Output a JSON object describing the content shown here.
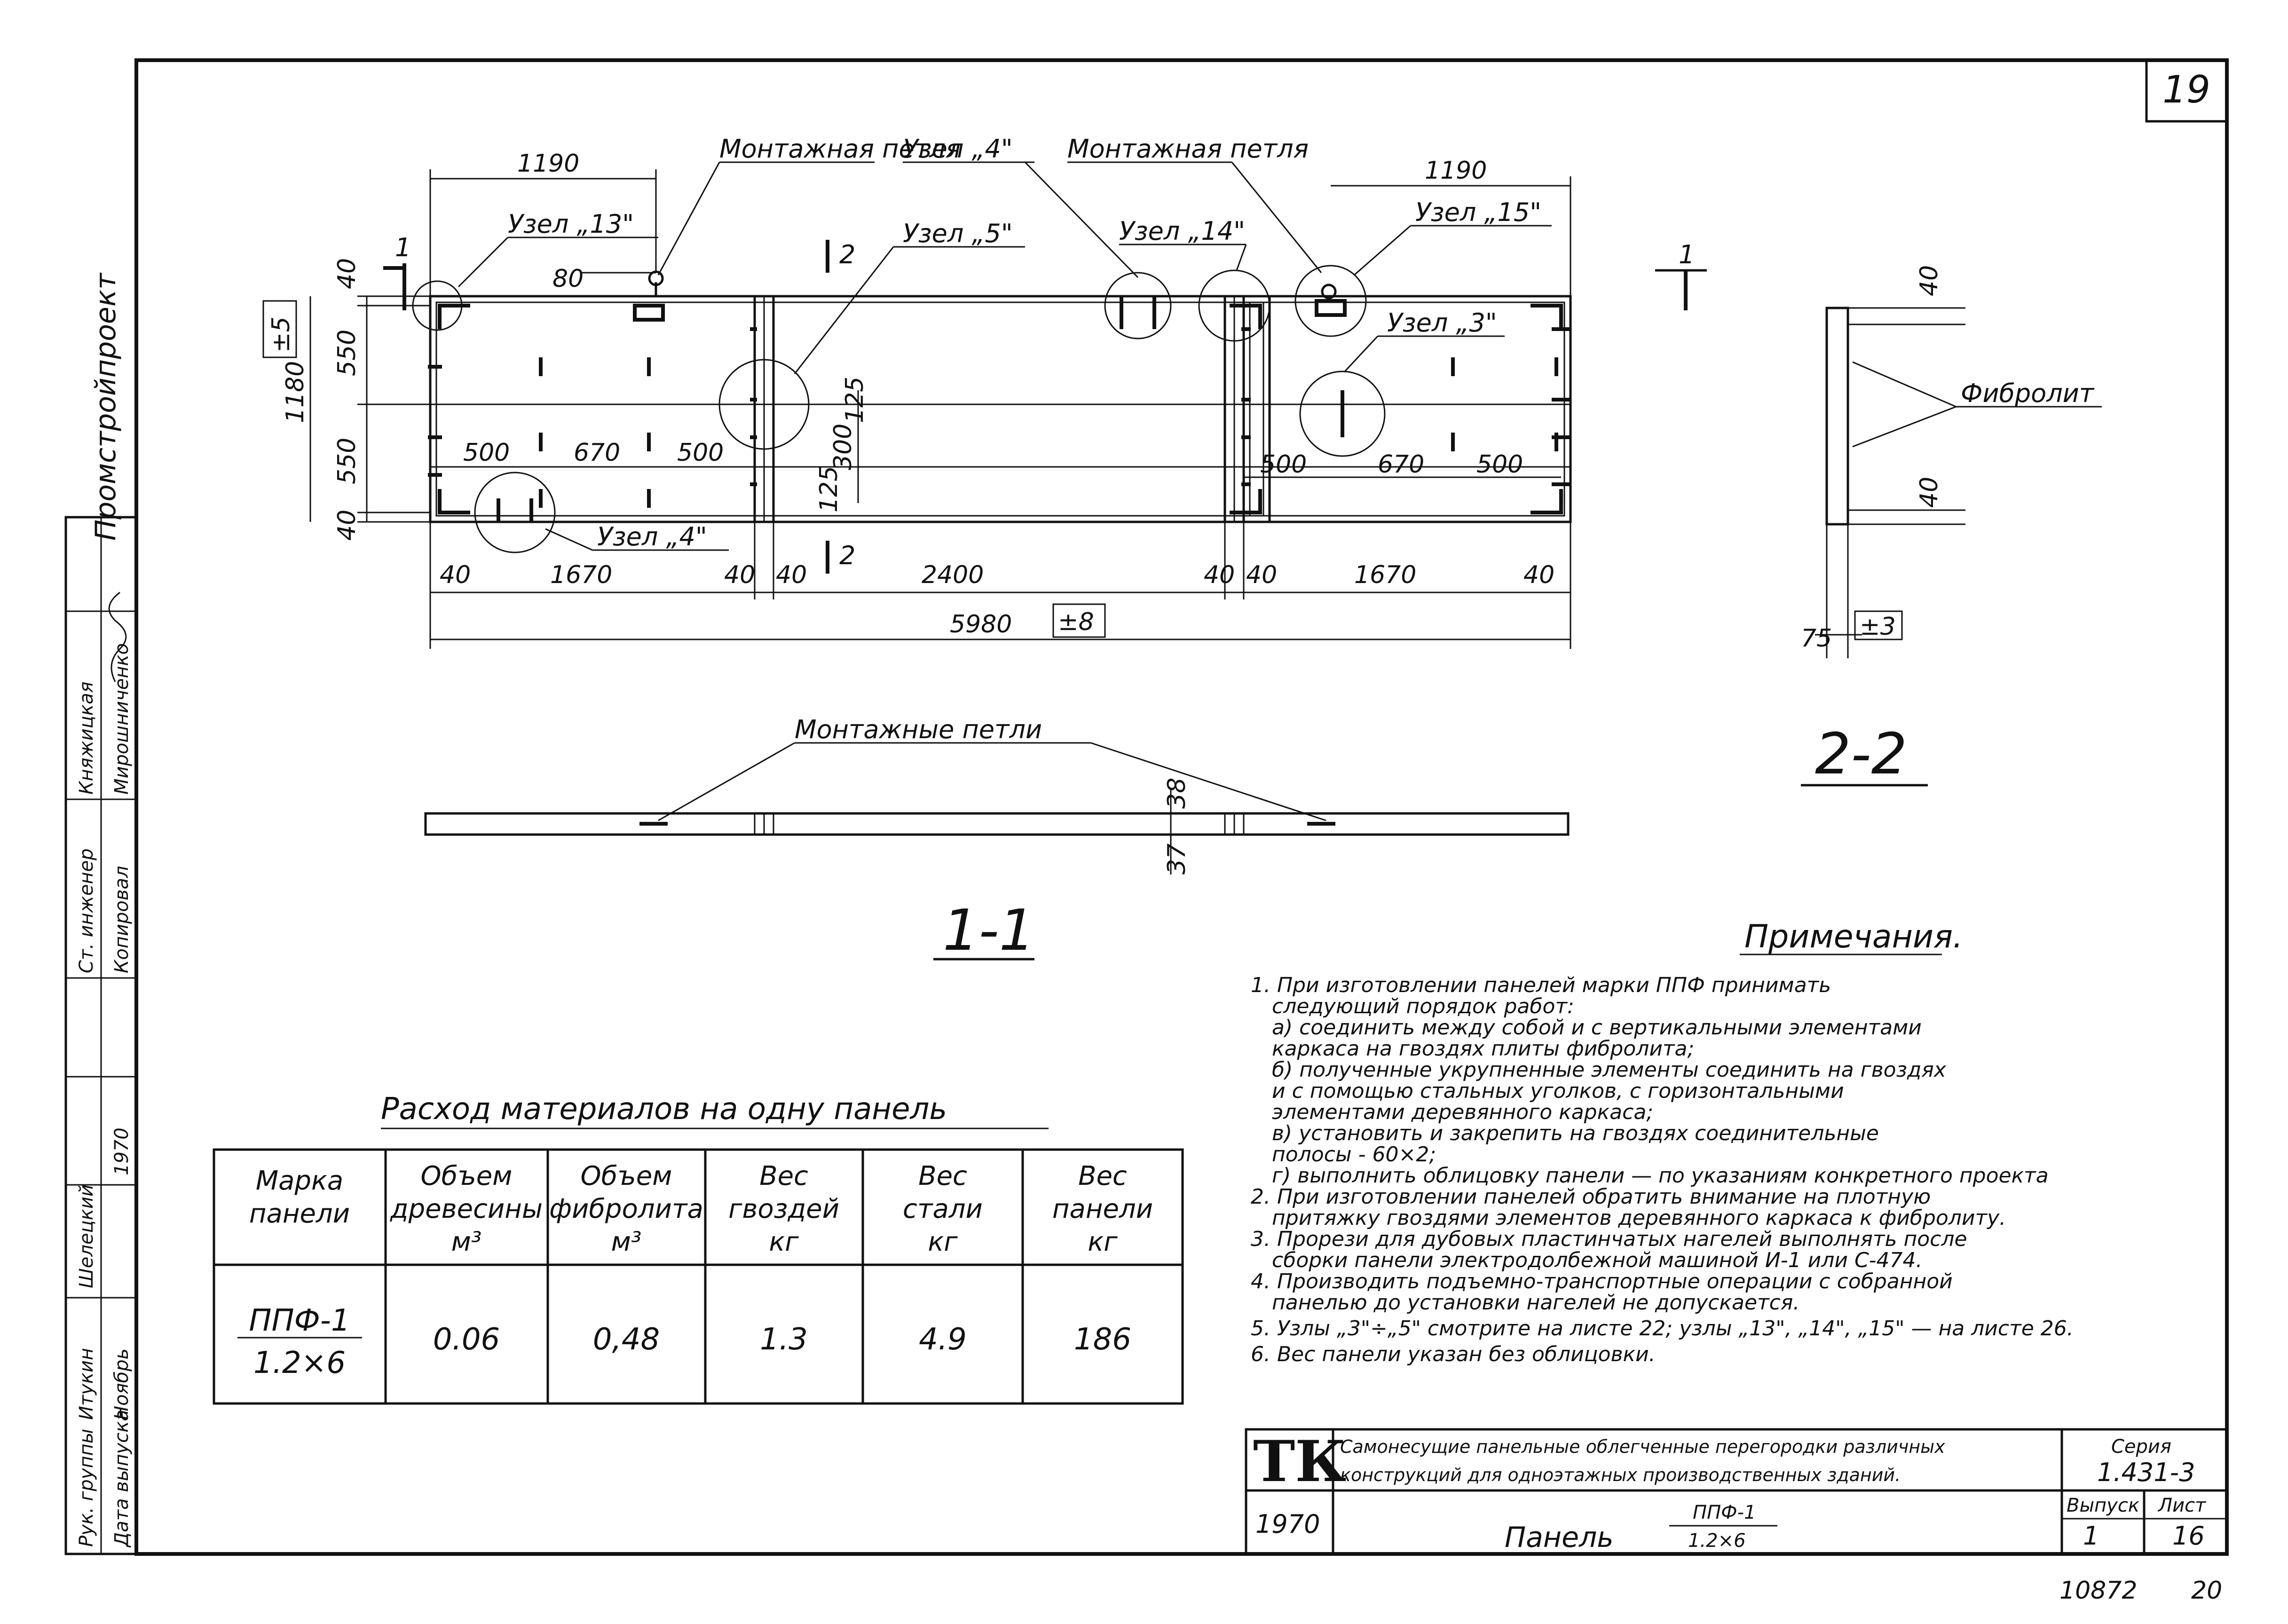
{
  "sheet": {
    "number": "19",
    "archive": "10872",
    "page": "20"
  },
  "organization": "Промстройпроект",
  "stamp": {
    "rows": [
      {
        "role": "Рук. группы",
        "name": "Итукин",
        "sign": ""
      },
      {
        "role": "Дата выпуска",
        "name": "Ноябрь",
        "sign": "1970"
      },
      {
        "role": "Ст. инженер",
        "name": "Княжицкая",
        "sign": ""
      },
      {
        "role": "Копировал",
        "name": "Мирошниченко",
        "sign": ""
      }
    ],
    "extra_name": "Шелецкий"
  },
  "plan": {
    "labels": {
      "loop1": "Монтажная петля",
      "loop2": "Монтажная петля",
      "node13": "Узел „13\"",
      "node4_top": "Узел „4\"",
      "node5": "Узел „5\"",
      "node14": "Узел „14\"",
      "node15": "Узел „15\"",
      "node3": "Узел „3\"",
      "node4_bottom": "Узел „4\"",
      "cut1": "1",
      "cut2_top": "2",
      "cut2_bottom": "2"
    },
    "dims": {
      "top_left": "1190",
      "top_right": "1190",
      "d80": "80",
      "left_40a": "40",
      "left_550a": "550",
      "left_550b": "550",
      "left_40b": "40",
      "overall_h": "1180",
      "tol_h": "±5",
      "row_left": [
        "500",
        "670",
        "500"
      ],
      "row_right": [
        "500",
        "670",
        "500"
      ],
      "mid_125a": "125",
      "mid_300": "300",
      "mid_125b": "125",
      "bottom": [
        "40",
        "1670",
        "40",
        "40",
        "2400",
        "40",
        "40",
        "1670",
        "40"
      ],
      "overall_w": "5980",
      "tol_w": "±8"
    }
  },
  "section_11": {
    "title": "1-1",
    "label": "Монтажные петли",
    "d38": "38",
    "d37": "37"
  },
  "section_22": {
    "title": "2-2",
    "mark": "1",
    "label": "Фибролит",
    "d40a": "40",
    "d40b": "40",
    "d75": "75",
    "tol": "±3"
  },
  "materials_table": {
    "title": "Расход материалов на одну панель",
    "headers": [
      [
        "Марка",
        "панели"
      ],
      [
        "Объем",
        "древесины",
        "м³"
      ],
      [
        "Объем",
        "фибролита",
        "м³"
      ],
      [
        "Вес",
        "гвоздей",
        "кг"
      ],
      [
        "Вес",
        "стали",
        "кг"
      ],
      [
        "Вес",
        "панели",
        "кг"
      ]
    ],
    "row": {
      "mark": [
        "ППФ-1",
        "1.2×6"
      ],
      "values": [
        "0.06",
        "0,48",
        "1.3",
        "4.9",
        "186"
      ]
    }
  },
  "notes": {
    "title": "Примечания.",
    "lines": [
      "1. При изготовлении панелей марки ППФ принимать",
      "следующий порядок работ:",
      "а) соединить между собой и с вертикальными элементами",
      "каркаса на гвоздях плиты фибролита;",
      "б) полученные укрупненные элементы соединить на гвоздях",
      "и с помощью стальных уголков, с горизонтальными",
      "элементами деревянного каркаса;",
      "в) установить и закрепить на гвоздях соединительные",
      "полосы - 60×2;",
      "г) выполнить облицовку панели — по указаниям конкретного проекта",
      "2. При изготовлении панелей обратить внимание на плотную",
      "притяжку гвоздями элементов деревянного каркаса к фибролиту.",
      "3. Прорези для дубовых пластинчатых нагелей выполнять после",
      "сборки панели электродолбежной машиной И-1 или С-474.",
      "4. Производить подъемно-транспортные операции с собранной",
      "панелью до установки нагелей не допускается.",
      "5. Узлы „3\"÷„5\" смотрите на листе 22; узлы „13\", „14\", „15\" — на листе 26.",
      "6. Вес панели указан без облицовки."
    ]
  },
  "title_block": {
    "logo": "ТК",
    "title_line1": "Самонесущие панельные облегченные перегородки различных",
    "title_line2": "конструкций для одноэтажных производственных зданий.",
    "series_label": "Серия",
    "series_value": "1.431-3",
    "year": "1970",
    "panel_label": "Панель",
    "panel_mark": "ППФ-1",
    "panel_size": "1.2×6",
    "issue_label": "Выпуск",
    "issue_value": "1",
    "sheet_label": "Лист",
    "sheet_value": "16"
  }
}
